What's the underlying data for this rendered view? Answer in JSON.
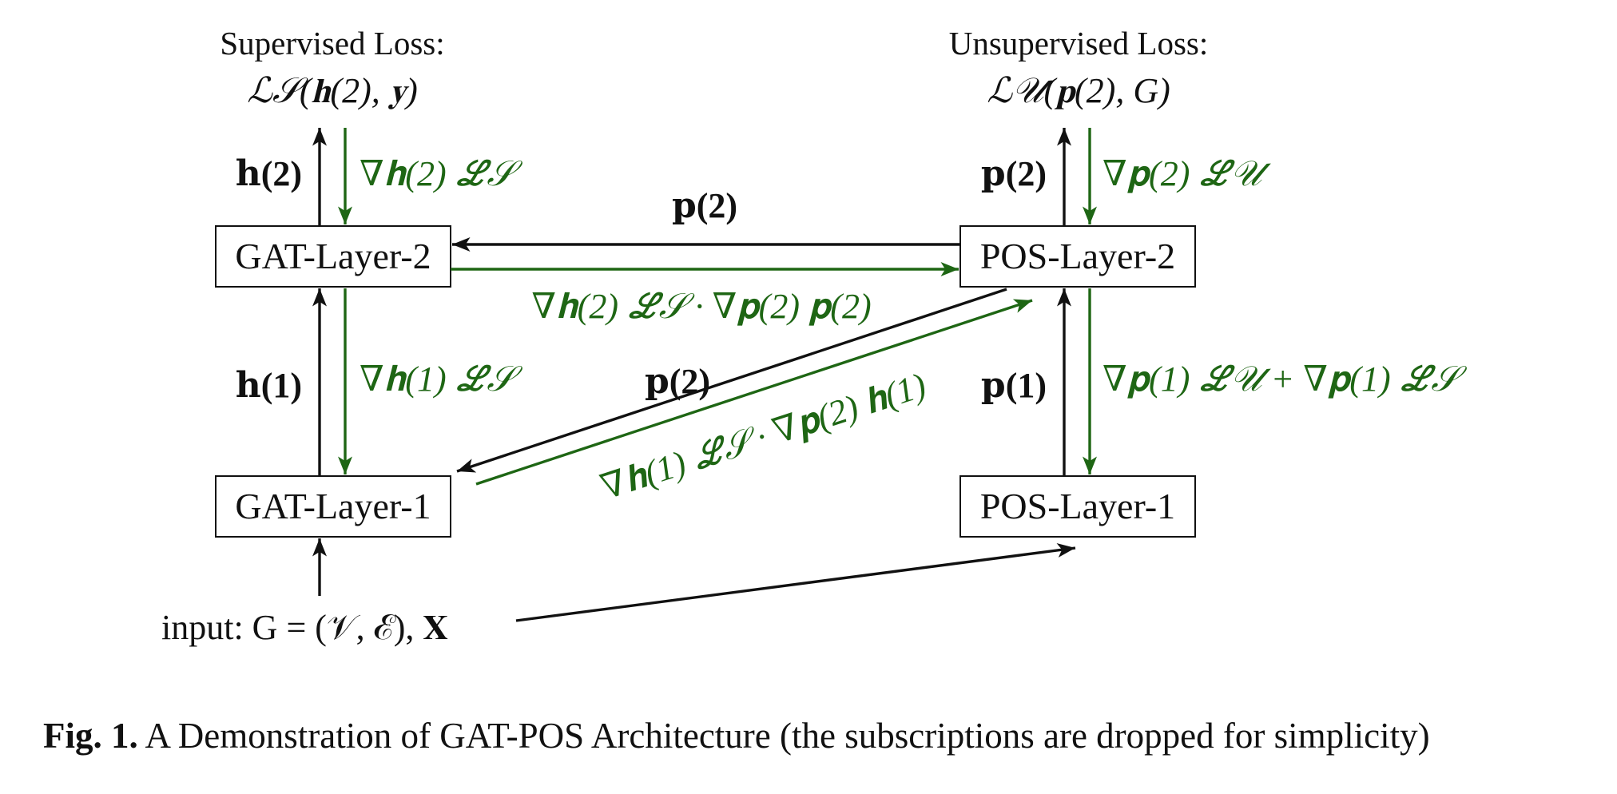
{
  "labels": {
    "supervised_title": "Supervised Loss:",
    "supervised_loss": "ℒ𝒮(𝐡(2), 𝐲)",
    "unsupervised_title": "Unsupervised Loss:",
    "unsupervised_loss": "ℒ𝒰(𝐩(2), G)",
    "input": "input: G = (𝒱, ℰ), 𝐗"
  },
  "boxes": {
    "gat2": "GAT-Layer-2",
    "gat1": "GAT-Layer-1",
    "pos2": "POS-Layer-2",
    "pos1": "POS-Layer-1"
  },
  "edge_labels": {
    "h2": "𝐡(2)",
    "grad_h2": "∇𝐡(2) ℒ𝒮",
    "h1": "𝐡(1)",
    "grad_h1": "∇𝐡(1) ℒ𝒮",
    "p2_top": "𝐩(2)",
    "grad_p2": "∇𝐩(2) ℒ𝒰",
    "p2_horizontal": "𝐩(2)",
    "grad_cross_h2": "∇𝐡(2) ℒ𝒮 · ∇𝐩(2) 𝐩(2)",
    "p2_diagonal": "𝐩(2)",
    "grad_cross_h1": "∇𝐡(1) ℒ𝒮 · ∇𝐩(2) 𝐡(1)",
    "p1": "𝐩(1)",
    "grad_p1": "∇𝐩(1) ℒ𝒰 + ∇𝐩(1) ℒ𝒮"
  },
  "caption": {
    "label": "Fig. 1.",
    "text": "A Demonstration of GAT-POS Architecture (the subscriptions are dropped for simplicity)"
  },
  "colors": {
    "forward": "#111111",
    "gradient": "#1e6614"
  }
}
